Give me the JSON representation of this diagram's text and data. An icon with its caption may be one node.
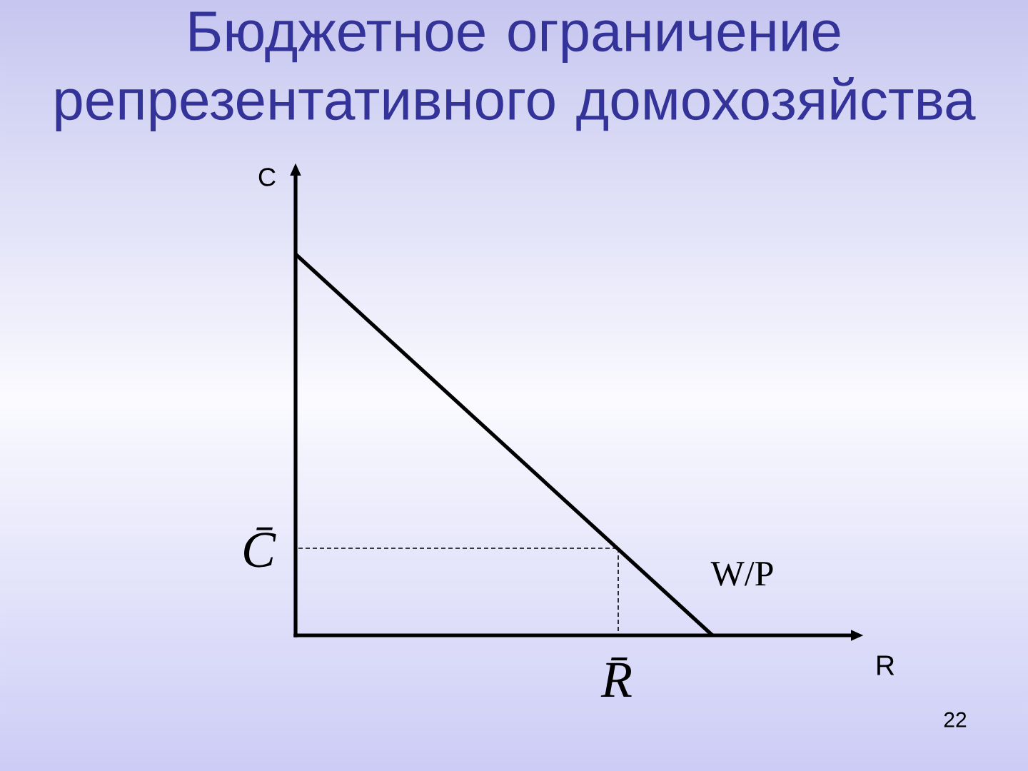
{
  "diagram": {
    "title": "Бюджетное ограничение репрезентативного домохозяйства",
    "labels": [
      "C",
      "C̄",
      "W/P",
      "R̄",
      "R",
      "22"
    ]
  }
}
